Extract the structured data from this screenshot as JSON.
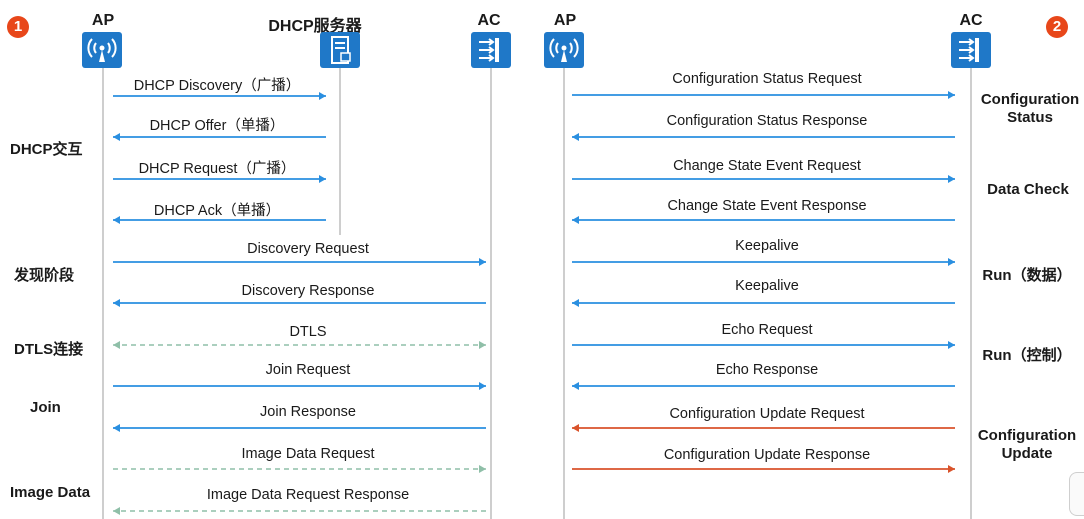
{
  "badges": [
    "1",
    "2"
  ],
  "nodes": {
    "left": [
      {
        "label": "AP",
        "icon": "wireless-ap-icon"
      },
      {
        "label": "DHCP服务器",
        "icon": "server-icon"
      },
      {
        "label": "AC",
        "icon": "access-controller-icon"
      }
    ],
    "right": [
      {
        "label": "AP",
        "icon": "wireless-ap-icon"
      },
      {
        "label": "AC",
        "icon": "access-controller-icon"
      }
    ]
  },
  "phases_left": [
    "DHCP交互",
    "发现阶段",
    "DTLS连接",
    "Join",
    "Image Data"
  ],
  "phases_right": [
    {
      "line1": "Configuration",
      "line2": "Status"
    },
    {
      "line1": "Data Check",
      "line2": ""
    },
    {
      "line1": "Run（数据）",
      "line2": ""
    },
    {
      "line1": "Run（控制）",
      "line2": ""
    },
    {
      "line1": "Configuration",
      "line2": "Update"
    }
  ],
  "messages_left": [
    {
      "text": "DHCP Discovery（广播）",
      "from": "AP",
      "to": "DHCP服务器",
      "style": "solid"
    },
    {
      "text": "DHCP Offer（单播）",
      "from": "DHCP服务器",
      "to": "AP",
      "style": "solid"
    },
    {
      "text": "DHCP Request（广播）",
      "from": "AP",
      "to": "DHCP服务器",
      "style": "solid"
    },
    {
      "text": "DHCP Ack（单播）",
      "from": "DHCP服务器",
      "to": "AP",
      "style": "solid"
    },
    {
      "text": "Discovery Request",
      "from": "AP",
      "to": "AC",
      "style": "solid"
    },
    {
      "text": "Discovery Response",
      "from": "AC",
      "to": "AP",
      "style": "solid"
    },
    {
      "text": "DTLS",
      "from": "AP",
      "to": "AC",
      "style": "dashed-both"
    },
    {
      "text": "Join Request",
      "from": "AP",
      "to": "AC",
      "style": "solid"
    },
    {
      "text": "Join Response",
      "from": "AC",
      "to": "AP",
      "style": "solid"
    },
    {
      "text": "Image Data Request",
      "from": "AP",
      "to": "AC",
      "style": "dashed"
    },
    {
      "text": "Image Data Request Response",
      "from": "AC",
      "to": "AP",
      "style": "dashed"
    }
  ],
  "messages_right": [
    {
      "text": "Configuration Status Request",
      "from": "AP",
      "to": "AC",
      "color": "blue"
    },
    {
      "text": "Configuration Status Response",
      "from": "AC",
      "to": "AP",
      "color": "blue"
    },
    {
      "text": "Change State Event Request",
      "from": "AP",
      "to": "AC",
      "color": "blue"
    },
    {
      "text": "Change State Event Response",
      "from": "AC",
      "to": "AP",
      "color": "blue"
    },
    {
      "text": "Keepalive",
      "from": "AP",
      "to": "AC",
      "color": "blue"
    },
    {
      "text": "Keepalive",
      "from": "AC",
      "to": "AP",
      "color": "blue"
    },
    {
      "text": "Echo Request",
      "from": "AP",
      "to": "AC",
      "color": "blue"
    },
    {
      "text": "Echo Response",
      "from": "AC",
      "to": "AP",
      "color": "blue"
    },
    {
      "text": "Configuration Update Request",
      "from": "AC",
      "to": "AP",
      "color": "red"
    },
    {
      "text": "Configuration Update Response",
      "from": "AP",
      "to": "AC",
      "color": "red"
    }
  ],
  "colors": {
    "blue": "#2a8fe0",
    "red": "#d9532b",
    "dashed": "#8fbfa8",
    "lifeline": "#c8c8c8",
    "badge": "#e8471a",
    "icon": "#1f78c8"
  }
}
